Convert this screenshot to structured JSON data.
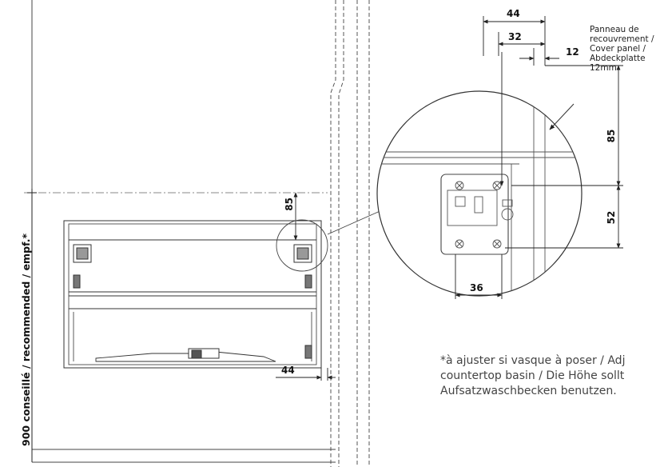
{
  "dimensions": {
    "front_height_offset": "85",
    "front_side_gap": "44",
    "detail_width_44": "44",
    "detail_width_32": "32",
    "detail_width_12": "12",
    "detail_height_85": "85",
    "detail_height_52": "52",
    "detail_width_36": "36"
  },
  "labels": {
    "recommended_height": "900 conseillé / recommended / empf.*",
    "cover_panel": [
      "Panneau de",
      "recouvrement /",
      "Cover panel /",
      "Abdeckplatte",
      "12mm"
    ]
  },
  "note": {
    "lines": [
      "*à ajuster si vasque à poser / Adj",
      "countertop basin / Die Höhe sollt",
      "Aufsatzwaschbecken benutzen."
    ]
  }
}
